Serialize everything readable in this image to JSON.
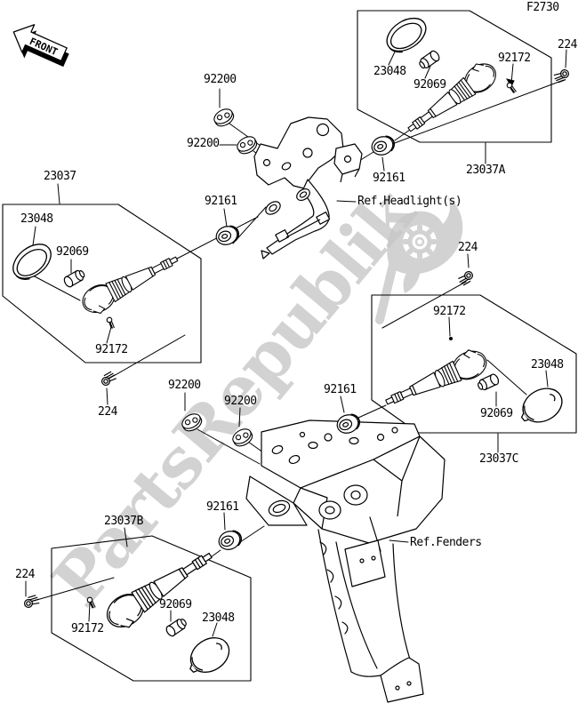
{
  "page": {
    "figure_code": "F2730"
  },
  "front_marker": {
    "label": "FRONT"
  },
  "watermark": {
    "brand": "PartsRepublik"
  },
  "references": {
    "headlight": "Ref.Headlight(s)",
    "fenders": "Ref.Fenders"
  },
  "callouts": {
    "a_23037A": "23037A",
    "a_23048": "23048",
    "a_92069": "92069",
    "a_92172": "92172",
    "a_224": "224",
    "a_92161": "92161",
    "hl_92200_upper": "92200",
    "hl_92200_lower": "92200",
    "hl_92161": "92161",
    "l_23037": "23037",
    "l_23048": "23048",
    "l_92069": "92069",
    "l_92172": "92172",
    "l_224": "224",
    "rf_92200_left": "92200",
    "rf_92200_right": "92200",
    "rf_92161_upper": "92161",
    "c_23037C": "23037C",
    "c_23048": "23048",
    "c_92069": "92069",
    "c_92172": "92172",
    "c_224": "224",
    "b_23037B": "23037B",
    "b_23048": "23048",
    "b_92069": "92069",
    "b_92172": "92172",
    "b_224": "224",
    "b_92161": "92161"
  }
}
